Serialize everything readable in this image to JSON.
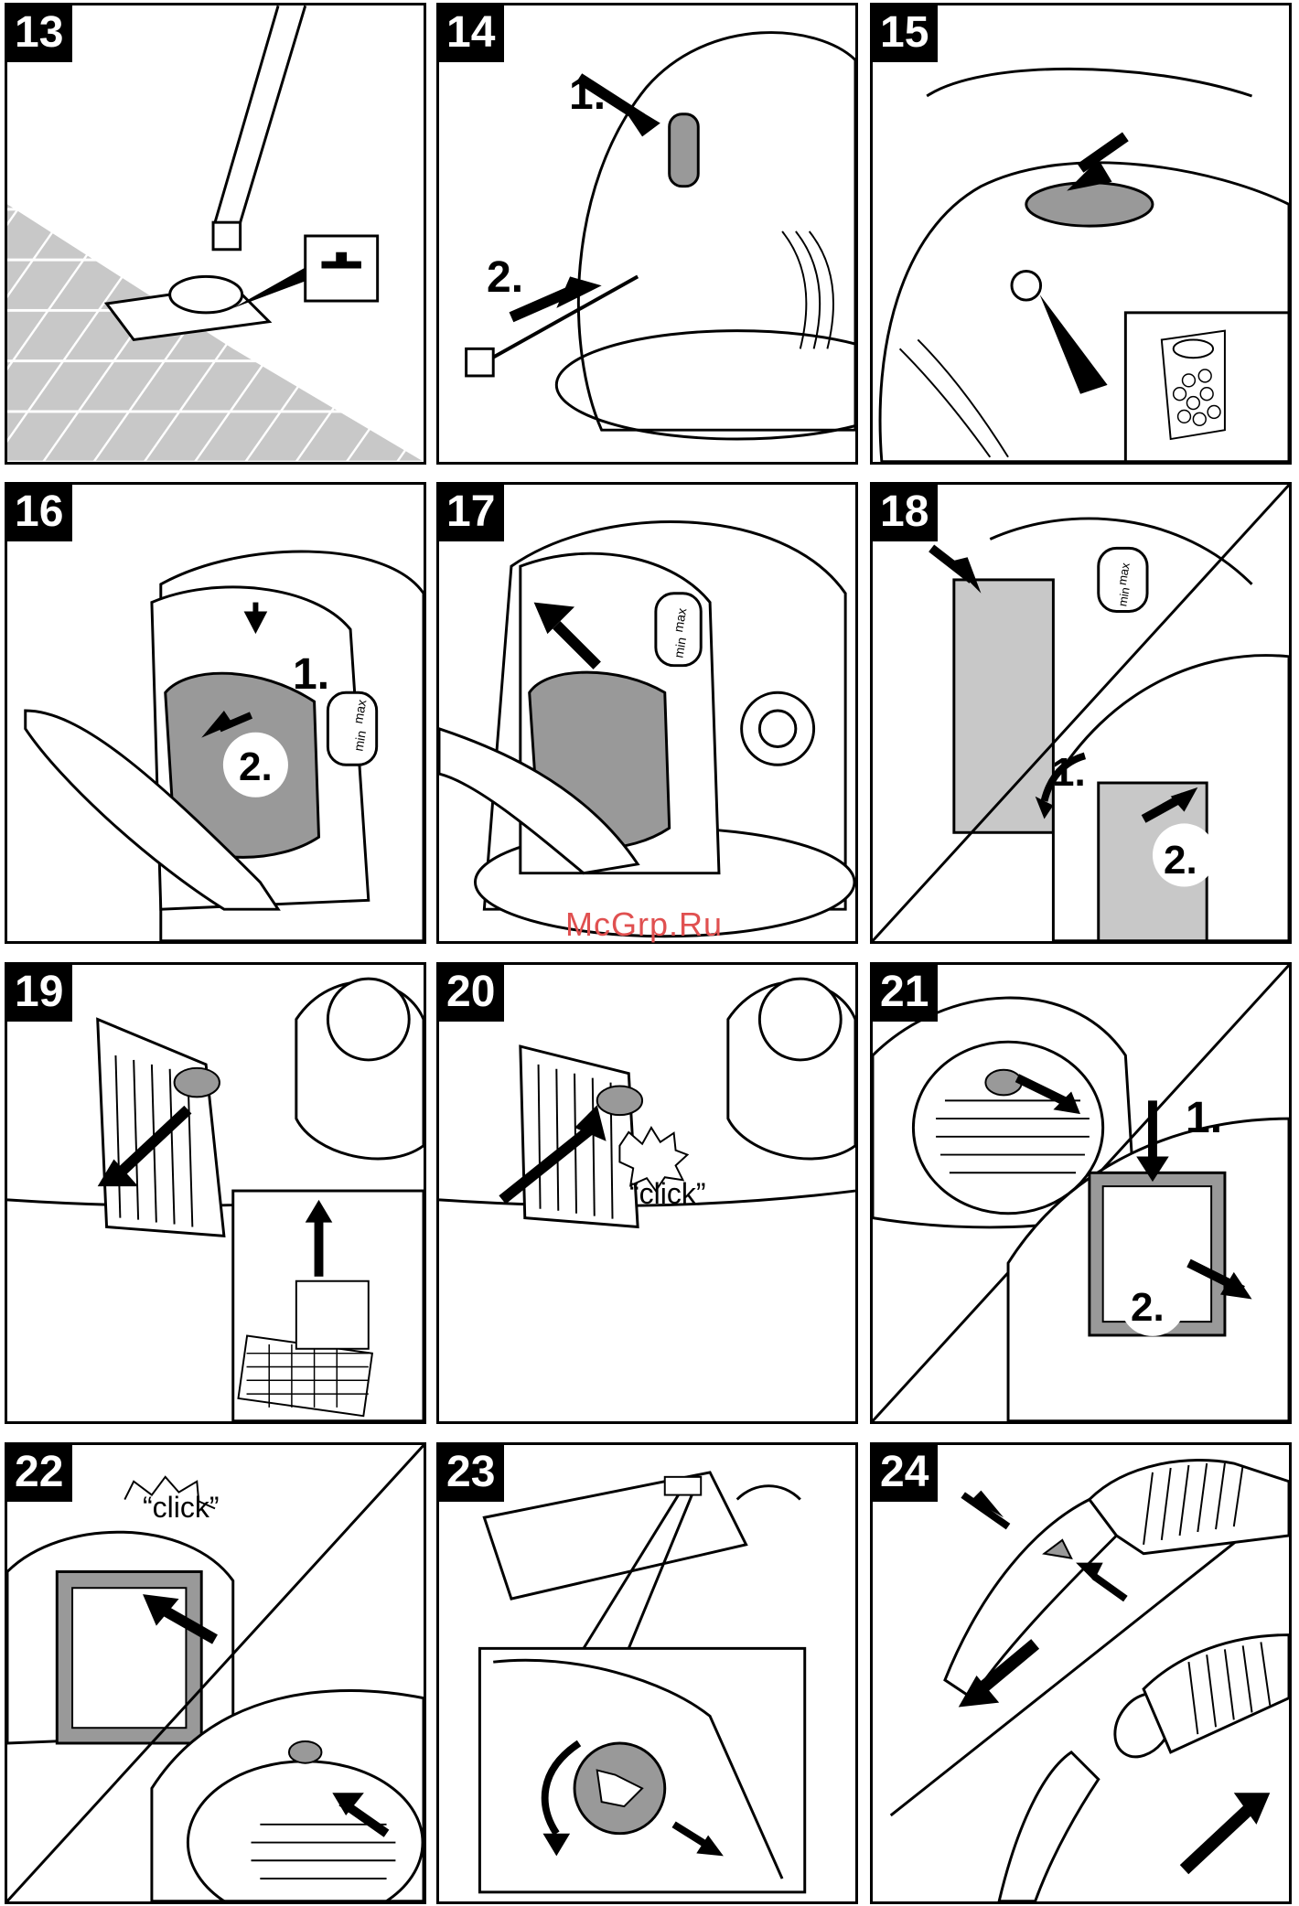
{
  "watermark": "McGrp.Ru",
  "panels": [
    {
      "number": "13"
    },
    {
      "number": "14",
      "step1": "1.",
      "step2": "2."
    },
    {
      "number": "15"
    },
    {
      "number": "16",
      "step1": "1.",
      "step2": "2.",
      "max": "max",
      "min": "min"
    },
    {
      "number": "17",
      "max": "max",
      "min": "min"
    },
    {
      "number": "18",
      "step1": "1.",
      "step2": "2.",
      "max": "max",
      "min": "min"
    },
    {
      "number": "19"
    },
    {
      "number": "20",
      "click": "“click”"
    },
    {
      "number": "21",
      "step1": "1.",
      "step2": "2."
    },
    {
      "number": "22",
      "click": "“click”"
    },
    {
      "number": "23"
    },
    {
      "number": "24"
    }
  ]
}
